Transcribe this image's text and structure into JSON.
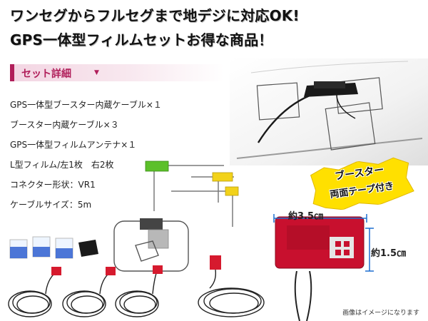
{
  "headline": {
    "line1": "ワンセグからフルセグまで地デジに対応OK!",
    "line2": "GPS一体型フィルムセットお得な商品！"
  },
  "set_details": {
    "label": "セット詳細",
    "marker": "▼"
  },
  "items": [
    "GPS一体型ブースター内蔵ケーブル×１",
    "ブースター内蔵ケーブル×３",
    "GPS一体型フィルムアンテナ×１",
    "L型フィルム/左1枚　右2枚",
    "コネクター形状：VR1",
    "ケーブルサイズ：5m"
  ],
  "booster_badge": {
    "line1": "ブースター",
    "line2": "両面テープ付き"
  },
  "booster_dimensions": {
    "width": "約3.5㎝",
    "height": "約1.5㎝"
  },
  "footnote": "画像はイメージになります",
  "colors": {
    "accent": "#b01e5a",
    "badge_yellow": "#ffe000",
    "booster_red": "#c8102e",
    "dimension_blue": "#1d6fd1",
    "film_green": "#5cc02a",
    "film_yellow": "#f2d21a"
  }
}
